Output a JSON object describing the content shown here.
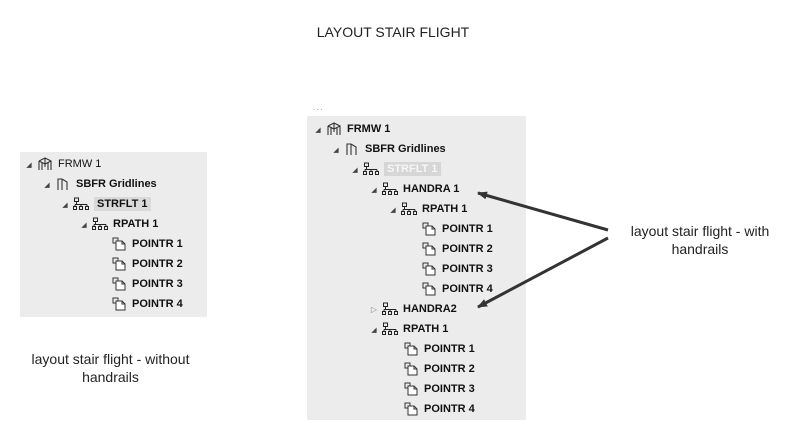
{
  "title": "LAYOUT STAIR FLIGHT",
  "left_panel": {
    "caption": "layout stair flight - without handrails",
    "items": [
      {
        "label": "FRMW 1",
        "icon": "frame-icon"
      },
      {
        "label": "SBFR Gridlines",
        "icon": "gridlines-icon"
      },
      {
        "label": "STRFLT 1",
        "icon": "hierarchy-icon"
      },
      {
        "label": "RPATH 1",
        "icon": "hierarchy-icon"
      },
      {
        "label": "POINTR 1",
        "icon": "pointer-icon"
      },
      {
        "label": "POINTR 2",
        "icon": "pointer-icon"
      },
      {
        "label": "POINTR 3",
        "icon": "pointer-icon"
      },
      {
        "label": "POINTR 4",
        "icon": "pointer-icon"
      }
    ]
  },
  "right_panel": {
    "caption": "layout stair flight - with handrails",
    "items": [
      {
        "label": "FRMW 1",
        "icon": "frame-icon"
      },
      {
        "label": "SBFR Gridlines",
        "icon": "gridlines-icon"
      },
      {
        "label": "STRFLT 1",
        "icon": "hierarchy-icon"
      },
      {
        "label": "HANDRA 1",
        "icon": "hierarchy-icon"
      },
      {
        "label": "RPATH 1",
        "icon": "hierarchy-icon"
      },
      {
        "label": "POINTR 1",
        "icon": "pointer-icon"
      },
      {
        "label": "POINTR 2",
        "icon": "pointer-icon"
      },
      {
        "label": "POINTR 3",
        "icon": "pointer-icon"
      },
      {
        "label": "POINTR 4",
        "icon": "pointer-icon"
      },
      {
        "label": "HANDRA2",
        "icon": "hierarchy-icon"
      },
      {
        "label": "RPATH 1",
        "icon": "hierarchy-icon"
      },
      {
        "label": "POINTR 1",
        "icon": "pointer-icon"
      },
      {
        "label": "POINTR 2",
        "icon": "pointer-icon"
      },
      {
        "label": "POINTR 3",
        "icon": "pointer-icon"
      },
      {
        "label": "POINTR 4",
        "icon": "pointer-icon"
      }
    ]
  },
  "colors": {
    "panel_bg": "#ececec",
    "arrow": "#333333"
  }
}
